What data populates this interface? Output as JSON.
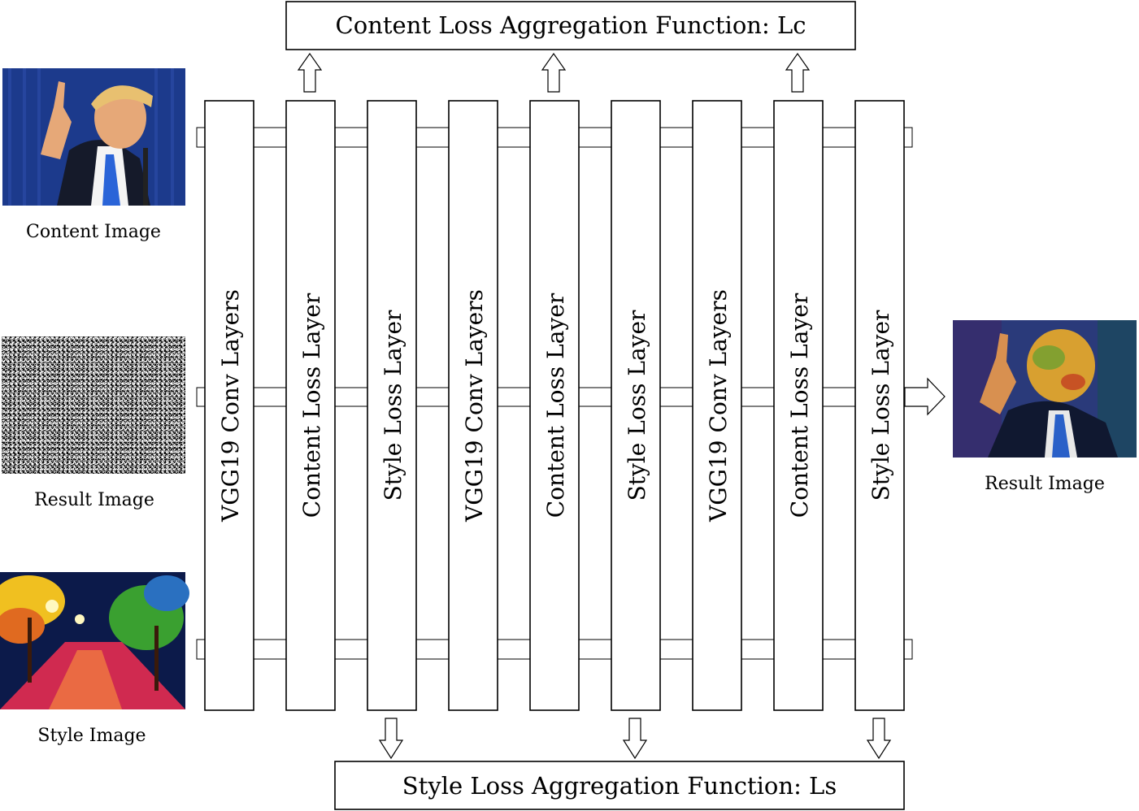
{
  "aggregators": {
    "content_label": "Content Loss Aggregation Function: Lc",
    "style_label": "Style Loss Aggregation Function: Ls"
  },
  "inputs": {
    "content_image_label": "Content Image",
    "result_image_label": "Result Image",
    "style_image_label": "Style Image"
  },
  "output": {
    "result_image_label": "Result Image"
  },
  "layers": [
    {
      "label": "VGG19 Conv Layers"
    },
    {
      "label": "Content Loss Layer"
    },
    {
      "label": "Style Loss Layer"
    },
    {
      "label": "VGG19 Conv Layers"
    },
    {
      "label": "Content Loss Layer"
    },
    {
      "label": "Style Loss Layer"
    },
    {
      "label": "VGG19 Conv Layers"
    },
    {
      "label": "Content Loss Layer"
    },
    {
      "label": "Style Loss Layer"
    }
  ],
  "colors": {
    "content_bg": "#1c3a8c",
    "content_suit": "#151a2a",
    "content_tie": "#2a64d8",
    "content_skin": "#e6a878",
    "content_hair": "#e8c070",
    "noise_bg": "#8a8a8a",
    "style_sky": "#0c1a4a",
    "style_tree_yellow": "#f0c020",
    "style_tree_green": "#3aa030",
    "style_path": "#d02a50",
    "result_bg": "#2a3a7a",
    "result_face": "#d8a030",
    "result_suit": "#101830"
  }
}
